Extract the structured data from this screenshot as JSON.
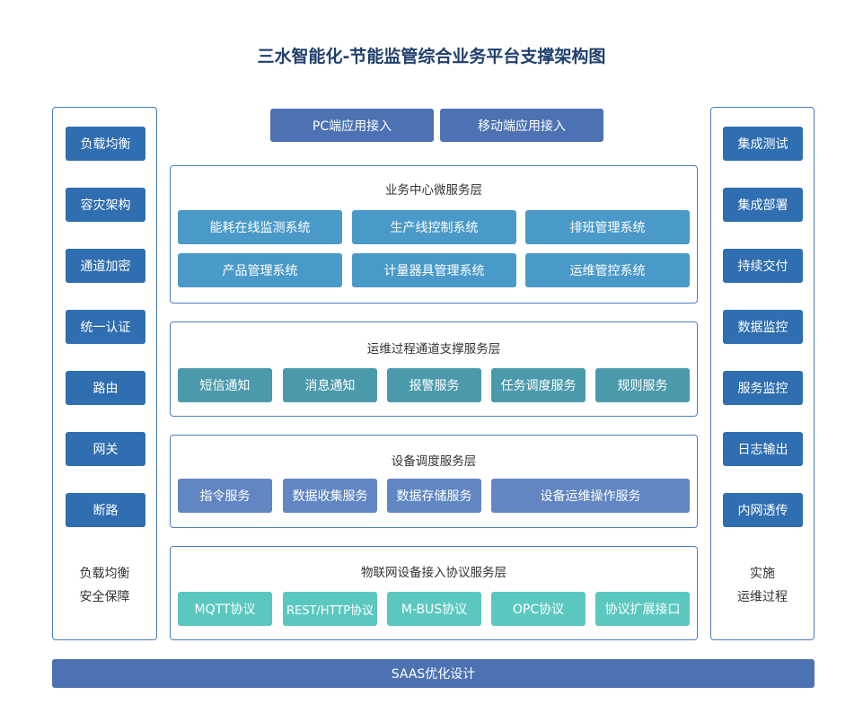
{
  "title": "三水智能化-节能监管综合业务平台支撑架构图",
  "left_panel": {
    "items": [
      "负载均衡",
      "容灾架构",
      "通道加密",
      "统一认证",
      "路由",
      "网关",
      "断路"
    ],
    "caption_line1": "负载均衡",
    "caption_line2": "安全保障"
  },
  "right_panel": {
    "items": [
      "集成测试",
      "集成部署",
      "持续交付",
      "数据监控",
      "服务监控",
      "日志输出",
      "内网透传"
    ],
    "caption_line1": "实施",
    "caption_line2": "运维过程"
  },
  "top_buttons": [
    "PC端应用接入",
    "移动端应用接入"
  ],
  "layers": {
    "business": {
      "title": "业务中心微服务层",
      "row1": [
        "能耗在线监测系统",
        "生产线控制系统",
        "排班管理系统"
      ],
      "row2": [
        "产品管理系统",
        "计量器具管理系统",
        "运维管控系统"
      ]
    },
    "ops_channel": {
      "title": "运维过程通道支撑服务层",
      "items": [
        "短信通知",
        "消息通知",
        "报警服务",
        "任务调度服务",
        "规则服务"
      ]
    },
    "device_dispatch": {
      "title": "设备调度服务层",
      "items": [
        "指令服务",
        "数据收集服务",
        "数据存储服务",
        "设备运维操作服务"
      ]
    },
    "iot_protocol": {
      "title": "物联网设备接入协议服务层",
      "items": [
        "MQTT协议",
        "REST/HTTP协议",
        "M-BUS协议",
        "OPC协议",
        "协议扩展接口"
      ]
    }
  },
  "footer": "SAAS优化设计",
  "colors": {
    "border": "#4a7fbf",
    "side_button": "#2f6eb0",
    "top_button": "#4c72b3",
    "business_button": "#4a9ac9",
    "ops_button": "#4b9aab",
    "device_button": "#6186c2",
    "protocol_button": "#5bc8c0"
  }
}
